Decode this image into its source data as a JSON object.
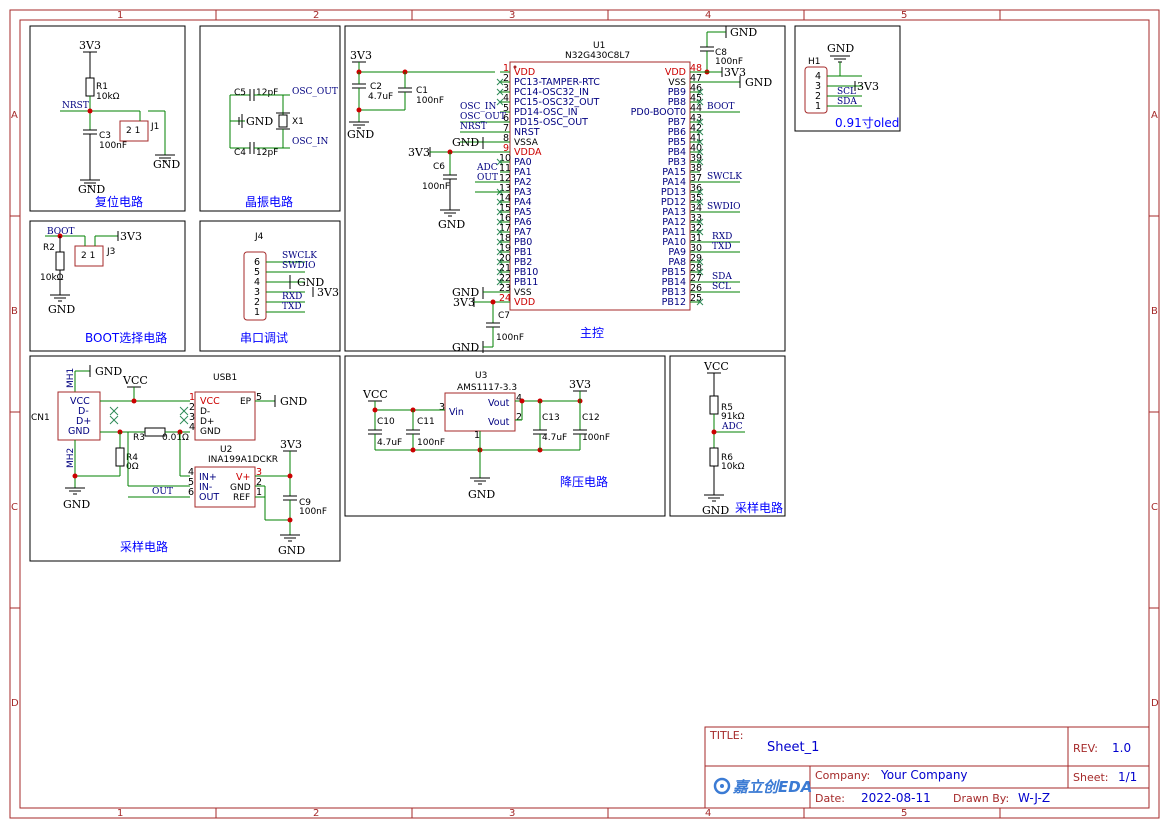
{
  "frame": {
    "columns": [
      "1",
      "2",
      "3",
      "4",
      "5"
    ],
    "rows": [
      "A",
      "B",
      "C",
      "D"
    ]
  },
  "blocks": {
    "reset": "复位电路",
    "crystal": "晶振电路",
    "boot": "BOOT选择电路",
    "uart": "串口调试",
    "mcu": "主控",
    "sample1": "采样电路",
    "ldo": "降压电路",
    "sample2": "采样电路",
    "oled": "0.91寸oled"
  },
  "nets": {
    "v33": "3V3",
    "gnd": "GND",
    "vcc": "VCC",
    "nrst": "NRST",
    "osc_in": "OSC_IN",
    "osc_out": "OSC_OUT",
    "boot": "BOOT",
    "swclk": "SWCLK",
    "swdio": "SWDIO",
    "rxd": "RXD",
    "txd": "TXD",
    "adc": "ADC",
    "out": "OUT",
    "sda": "SDA",
    "scl": "SCL"
  },
  "parts": {
    "r1": {
      "ref": "R1",
      "val": "10kΩ"
    },
    "c3": {
      "ref": "C3",
      "val": "100nF"
    },
    "j1": {
      "ref": "J1"
    },
    "c5": {
      "ref": "C5",
      "val": "12pF"
    },
    "c4": {
      "ref": "C4",
      "val": "12pF"
    },
    "x1": {
      "ref": "X1"
    },
    "r2": {
      "ref": "R2",
      "val": "10kΩ"
    },
    "j3": {
      "ref": "J3"
    },
    "j4": {
      "ref": "J4"
    },
    "u1": {
      "ref": "U1",
      "val": "N32G430C8L7"
    },
    "c2": {
      "ref": "C2",
      "val": "4.7uF"
    },
    "c1": {
      "ref": "C1",
      "val": "100nF"
    },
    "c6": {
      "ref": "C6",
      "val": "100nF"
    },
    "c7": {
      "ref": "C7",
      "val": "100nF"
    },
    "c8": {
      "ref": "C8",
      "val": "100nF"
    },
    "h1": {
      "ref": "H1"
    },
    "usb1": {
      "ref": "USB1"
    },
    "cn1": {
      "ref": "CN1"
    },
    "mh1": {
      "ref": "MH1"
    },
    "mh2": {
      "ref": "MH2"
    },
    "r3": {
      "ref": "R3",
      "val": "0.01Ω"
    },
    "r4": {
      "ref": "R4",
      "val": "0Ω"
    },
    "u2": {
      "ref": "U2",
      "val": "INA199A1DCKR"
    },
    "c9": {
      "ref": "C9",
      "val": "100nF"
    },
    "u3": {
      "ref": "U3",
      "val": "AMS1117-3.3"
    },
    "c10": {
      "ref": "C10",
      "val": "4.7uF"
    },
    "c11": {
      "ref": "C11",
      "val": "100nF"
    },
    "c13": {
      "ref": "C13",
      "val": "4.7uF"
    },
    "c12": {
      "ref": "C12",
      "val": "100nF"
    },
    "r5": {
      "ref": "R5",
      "val": "91kΩ"
    },
    "r6": {
      "ref": "R6",
      "val": "10kΩ"
    }
  },
  "u1_left_pins": [
    {
      "n": "1",
      "name": "VDD",
      "red": true
    },
    {
      "n": "2",
      "name": "PC13-TAMPER-RTC"
    },
    {
      "n": "3",
      "name": "PC14-OSC32_IN"
    },
    {
      "n": "4",
      "name": "PC15-OSC32_OUT"
    },
    {
      "n": "5",
      "name": "PD14-OSC_IN"
    },
    {
      "n": "6",
      "name": "PD15-OSC_OUT"
    },
    {
      "n": "7",
      "name": "NRST"
    },
    {
      "n": "8",
      "name": "VSSA",
      "black": true
    },
    {
      "n": "9",
      "name": "VDDA",
      "red": true
    },
    {
      "n": "10",
      "name": "PA0"
    },
    {
      "n": "11",
      "name": "PA1"
    },
    {
      "n": "12",
      "name": "PA2"
    },
    {
      "n": "13",
      "name": "PA3"
    },
    {
      "n": "14",
      "name": "PA4"
    },
    {
      "n": "15",
      "name": "PA5"
    },
    {
      "n": "16",
      "name": "PA6"
    },
    {
      "n": "17",
      "name": "PA7"
    },
    {
      "n": "18",
      "name": "PB0"
    },
    {
      "n": "19",
      "name": "PB1"
    },
    {
      "n": "20",
      "name": "PB2"
    },
    {
      "n": "21",
      "name": "PB10"
    },
    {
      "n": "22",
      "name": "PB11"
    },
    {
      "n": "23",
      "name": "VSS",
      "black": true
    },
    {
      "n": "24",
      "name": "VDD",
      "red": true
    }
  ],
  "u1_right_pins": [
    {
      "n": "48",
      "name": "VDD",
      "red": true
    },
    {
      "n": "47",
      "name": "VSS",
      "black": true
    },
    {
      "n": "46",
      "name": "PB9"
    },
    {
      "n": "45",
      "name": "PB8"
    },
    {
      "n": "44",
      "name": "PD0-BOOT0"
    },
    {
      "n": "43",
      "name": "PB7"
    },
    {
      "n": "42",
      "name": "PB6"
    },
    {
      "n": "41",
      "name": "PB5"
    },
    {
      "n": "40",
      "name": "PB4"
    },
    {
      "n": "39",
      "name": "PB3"
    },
    {
      "n": "38",
      "name": "PA15"
    },
    {
      "n": "37",
      "name": "PA14"
    },
    {
      "n": "36",
      "name": "PD13"
    },
    {
      "n": "35",
      "name": "PD12"
    },
    {
      "n": "34",
      "name": "PA13"
    },
    {
      "n": "33",
      "name": "PA12"
    },
    {
      "n": "32",
      "name": "PA11"
    },
    {
      "n": "31",
      "name": "PA10"
    },
    {
      "n": "30",
      "name": "PA9"
    },
    {
      "n": "29",
      "name": "PA8"
    },
    {
      "n": "28",
      "name": "PB15"
    },
    {
      "n": "27",
      "name": "PB14"
    },
    {
      "n": "26",
      "name": "PB13"
    },
    {
      "n": "25",
      "name": "PB12"
    }
  ],
  "j4_pins": [
    "6",
    "5",
    "4",
    "3",
    "2",
    "1"
  ],
  "h1_pins": [
    "4",
    "3",
    "2",
    "1"
  ],
  "title_block": {
    "title_label": "TITLE:",
    "title": "Sheet_1",
    "rev_label": "REV:",
    "rev": "1.0",
    "company_label": "Company:",
    "company": "Your Company",
    "sheet_label": "Sheet:",
    "sheet": "1/1",
    "date_label": "Date:",
    "date": "2022-08-11",
    "drawn_label": "Drawn By:",
    "drawn": "W-J-Z",
    "logo": "嘉立创EDA"
  }
}
